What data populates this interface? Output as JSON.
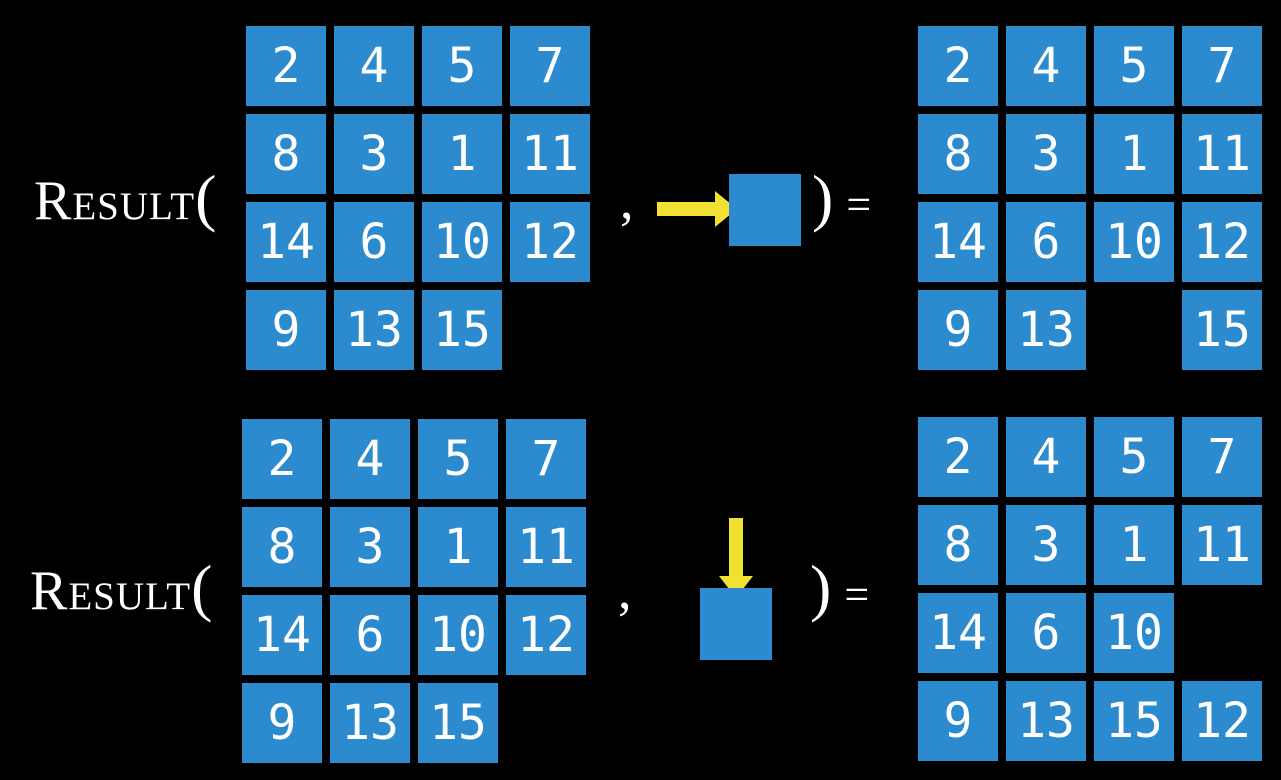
{
  "colors": {
    "bg": "#000000",
    "tile": "#2b8bce",
    "frame1": "#6f5d3d",
    "frame2": "#544527",
    "arrow": "#f1e133",
    "text": "#ffffff"
  },
  "equations": [
    {
      "function_name": "Result",
      "open_paren": "(",
      "comma": ",",
      "close_paren": ")",
      "equals": "=",
      "action": {
        "direction": "right",
        "icon": "arrow-right-into-tile"
      },
      "input_grid": [
        [
          "2",
          "4",
          "5",
          "7"
        ],
        [
          "8",
          "3",
          "1",
          "11"
        ],
        [
          "14",
          "6",
          "10",
          "12"
        ],
        [
          "9",
          "13",
          "15",
          ""
        ]
      ],
      "output_grid": [
        [
          "2",
          "4",
          "5",
          "7"
        ],
        [
          "8",
          "3",
          "1",
          "11"
        ],
        [
          "14",
          "6",
          "10",
          "12"
        ],
        [
          "9",
          "13",
          "",
          "15"
        ]
      ]
    },
    {
      "function_name": "Result",
      "open_paren": "(",
      "comma": ",",
      "close_paren": ")",
      "equals": "=",
      "action": {
        "direction": "down",
        "icon": "arrow-down-into-tile"
      },
      "input_grid": [
        [
          "2",
          "4",
          "5",
          "7"
        ],
        [
          "8",
          "3",
          "1",
          "11"
        ],
        [
          "14",
          "6",
          "10",
          "12"
        ],
        [
          "9",
          "13",
          "15",
          ""
        ]
      ],
      "output_grid": [
        [
          "2",
          "4",
          "5",
          "7"
        ],
        [
          "8",
          "3",
          "1",
          "11"
        ],
        [
          "14",
          "6",
          "10",
          ""
        ],
        [
          "9",
          "13",
          "15",
          "12"
        ]
      ]
    }
  ]
}
